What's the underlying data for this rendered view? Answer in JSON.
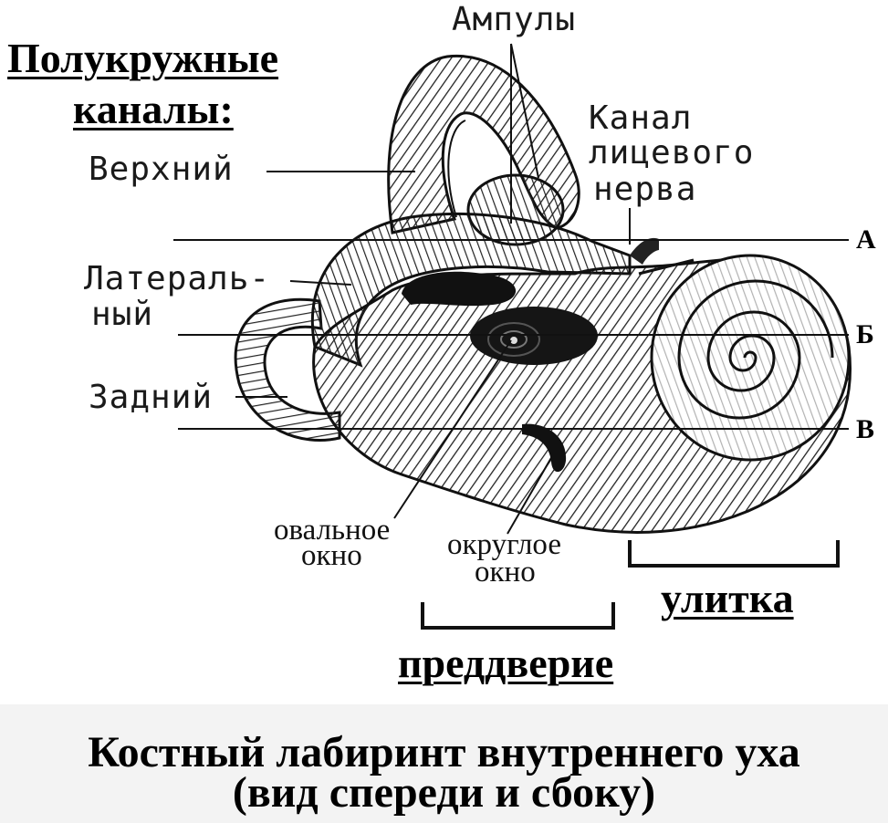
{
  "headings": {
    "canals": "Полукружные",
    "canals2": "каналы:",
    "vestibule": "преддверие",
    "cochlea": "улитка"
  },
  "labels": {
    "ampullae": "Ампулы",
    "facial1": "Канал",
    "facial2": "лицевого",
    "facial3": "нерва",
    "superior": "Верхний",
    "lateral1": "Латераль-",
    "lateral2": "ный",
    "posterior": "Задний",
    "oval1": "овальное",
    "oval2": "окно",
    "round1": "округлое",
    "round2": "окно"
  },
  "letters": {
    "a": "А",
    "b": "Б",
    "v": "В"
  },
  "caption": {
    "line1": "Костный лабиринт внутреннего уха",
    "line2": "(вид спереди и сбоку)"
  }
}
